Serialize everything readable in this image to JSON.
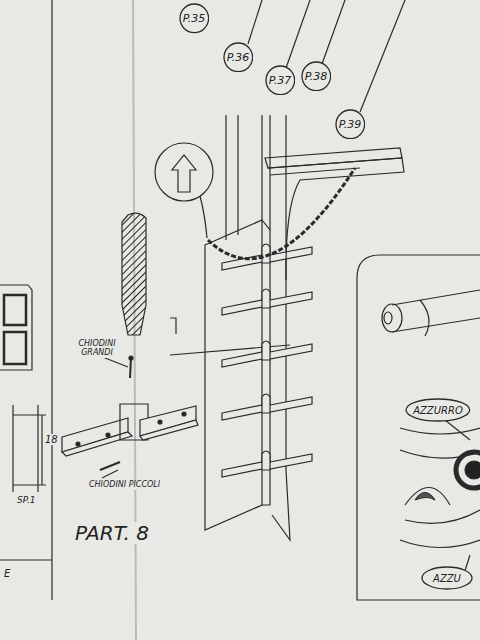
{
  "diagram": {
    "nodes": [
      {
        "text": [
          "P.35"
        ]
      },
      {
        "text": [
          "P.36"
        ]
      },
      {
        "text": [
          "P.37"
        ]
      },
      {
        "text": [
          "P.38"
        ]
      },
      {
        "text": [
          "P.39"
        ]
      },
      {
        "text": [
          "AZZURRO"
        ]
      },
      {
        "text": [
          "AZZU"
        ]
      }
    ],
    "labels": [
      "CHIODINI GRANDI",
      "CHIODINI PICCOLI",
      "PART. 8",
      "18",
      "SP.1",
      "E"
    ]
  }
}
